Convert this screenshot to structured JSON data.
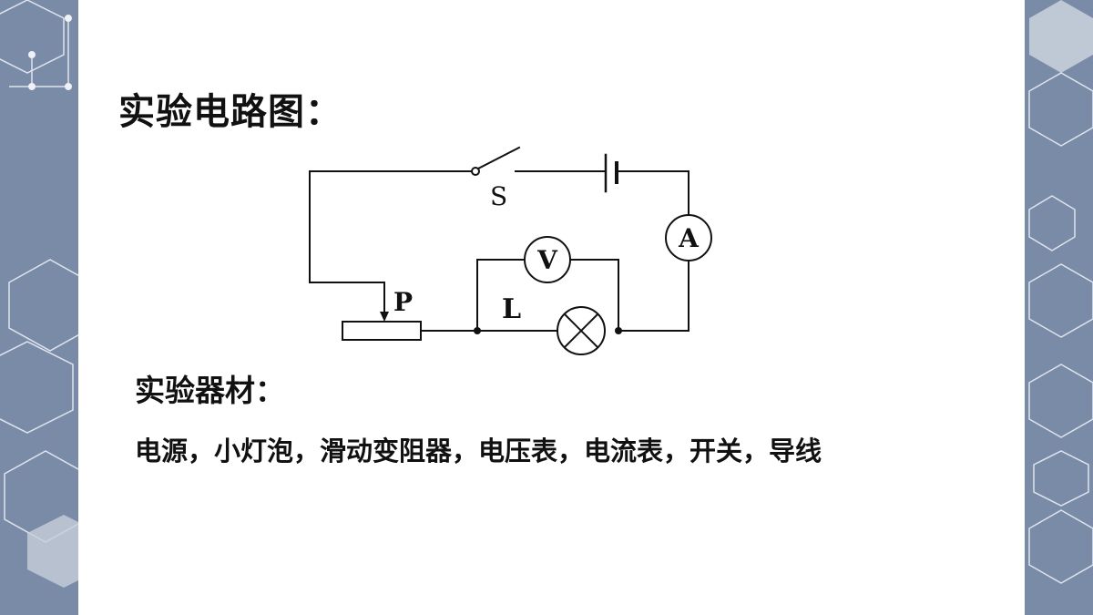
{
  "slide": {
    "heading": "实验电路图：",
    "subheading": "实验器材：",
    "materials": "电源，小灯泡，滑动变阻器，电压表，电流表，开关，导线"
  },
  "circuit": {
    "switch_label": "S",
    "ammeter_label": "A",
    "voltmeter_label": "V",
    "lamp_label": "L",
    "slider_label": "P"
  },
  "colors": {
    "background": "#7a8ba8",
    "slide": "#ffffff",
    "hexagon_stroke": "#dfe4ec",
    "text": "#111111"
  }
}
